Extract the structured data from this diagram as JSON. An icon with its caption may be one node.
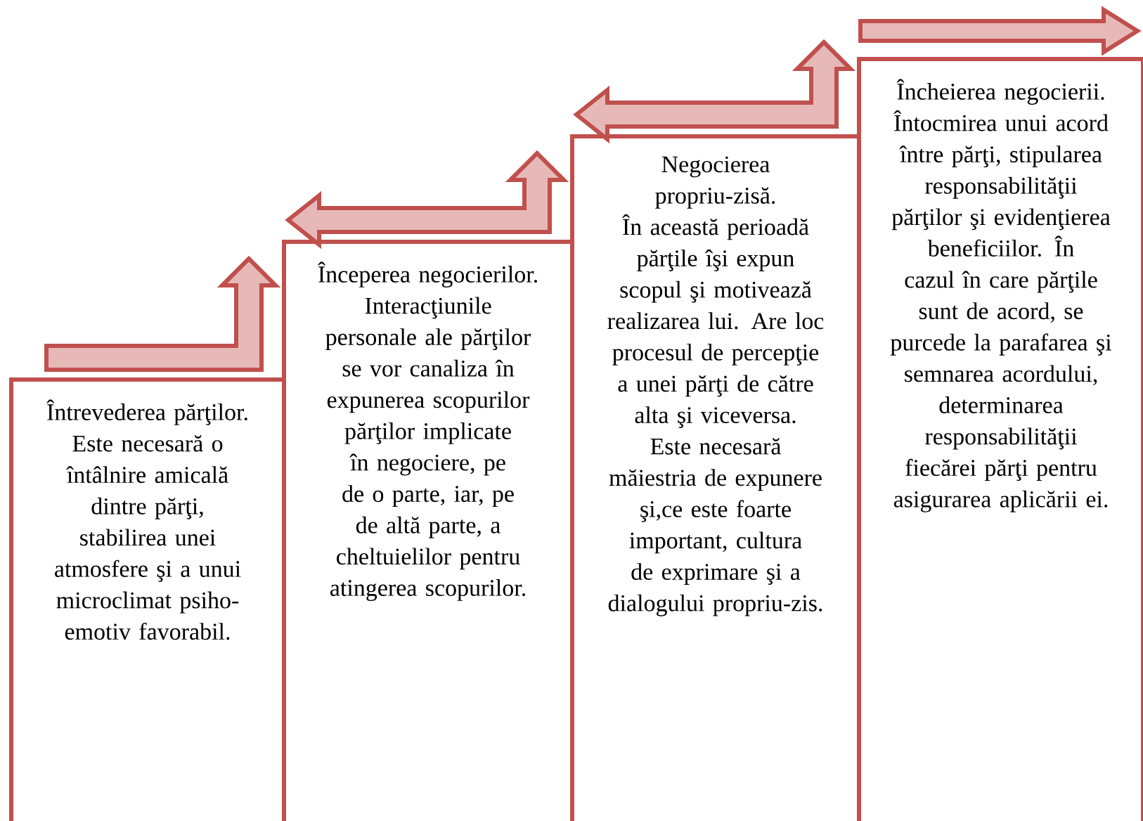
{
  "diagram": {
    "nodes": [
      {
        "text": [
          "Întrevederea părţilor.",
          "Este necesară o întâlnire amicală dintre părţi, stabilirea unei atmosfere şi a unui microclimat psiho-emotiv favorabil."
        ]
      },
      {
        "text": [
          "Începerea negocierilor.",
          "Interacţiunile personale ale părţilor se vor canaliza în expunerea scopurilor părţilor implicate în negociere, pe de o parte, iar, pe de altă parte, a cheltuielilor pentru atingerea scopurilor."
        ]
      },
      {
        "text": [
          "Negocierea propriu-zisă.",
          "În această perioadă părţile îşi expun scopul şi motivează realizarea lui. Are loc procesul de percepţie a unei părţi de către alta şi viceversa. Este necesară măiestria de expunere şi,ce este foarte important, cultura de exprimare şi a dialogului propriu-zis."
        ]
      },
      {
        "text": [
          "Încheierea negocierii.",
          "Întocmirea unui acord între părţi, stipularea responsabilităţii părţilor şi evidenţierea beneficiilor. În cazul în care părţile sunt de acord, se purcede la parafarea şi semnarea acordului, determinarea responsabilităţii fiecărei părţi pentru asigurarea aplicării ei."
        ]
      }
    ],
    "edges": [
      {
        "from": 0,
        "to": 1,
        "arrow": "to"
      },
      {
        "from": 1,
        "to": 2,
        "arrow": "both"
      },
      {
        "from": 2,
        "to": 3,
        "arrow": "both"
      },
      {
        "from": null,
        "to": 3,
        "arrow": "to"
      }
    ]
  }
}
